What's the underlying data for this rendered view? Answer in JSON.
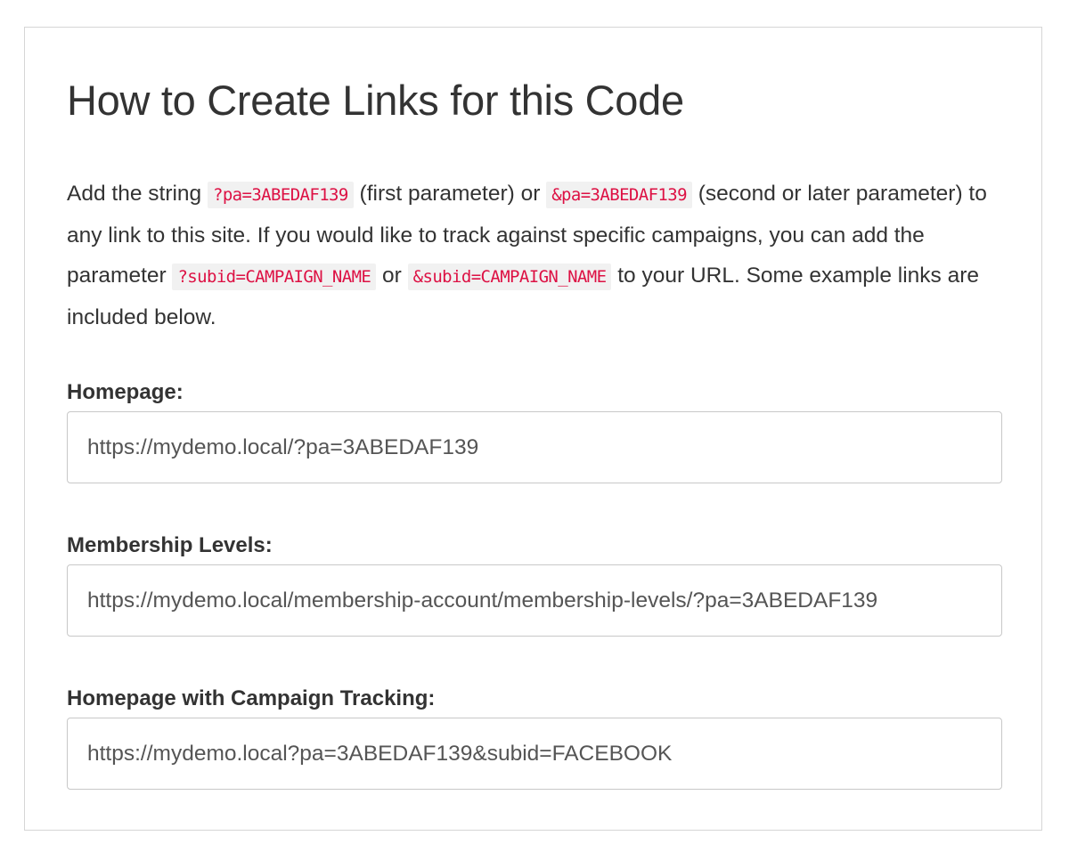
{
  "section": {
    "title": "How to Create Links for this Code",
    "description": {
      "t1": "Add the string ",
      "code1": "?pa=3ABEDAF139",
      "t2": " (first parameter) or ",
      "code2": "&pa=3ABEDAF139",
      "t3": " (second or later parameter) to any link to this site. If you would like to track against specific campaigns, you can add the parameter ",
      "code3": "?subid=CAMPAIGN_NAME",
      "t4": " or ",
      "code4": "&subid=CAMPAIGN_NAME",
      "t5": " to your URL. Some example links are included below."
    },
    "fields": [
      {
        "label": "Homepage:",
        "value": "https://mydemo.local/?pa=3ABEDAF139"
      },
      {
        "label": "Membership Levels:",
        "value": "https://mydemo.local/membership-account/membership-levels/?pa=3ABEDAF139"
      },
      {
        "label": "Homepage with Campaign Tracking:",
        "value": "https://mydemo.local?pa=3ABEDAF139&subid=FACEBOOK"
      }
    ]
  },
  "colors": {
    "code_text": "#dd1144",
    "code_background": "#f1f1f1",
    "border": "#d6d6d6"
  }
}
